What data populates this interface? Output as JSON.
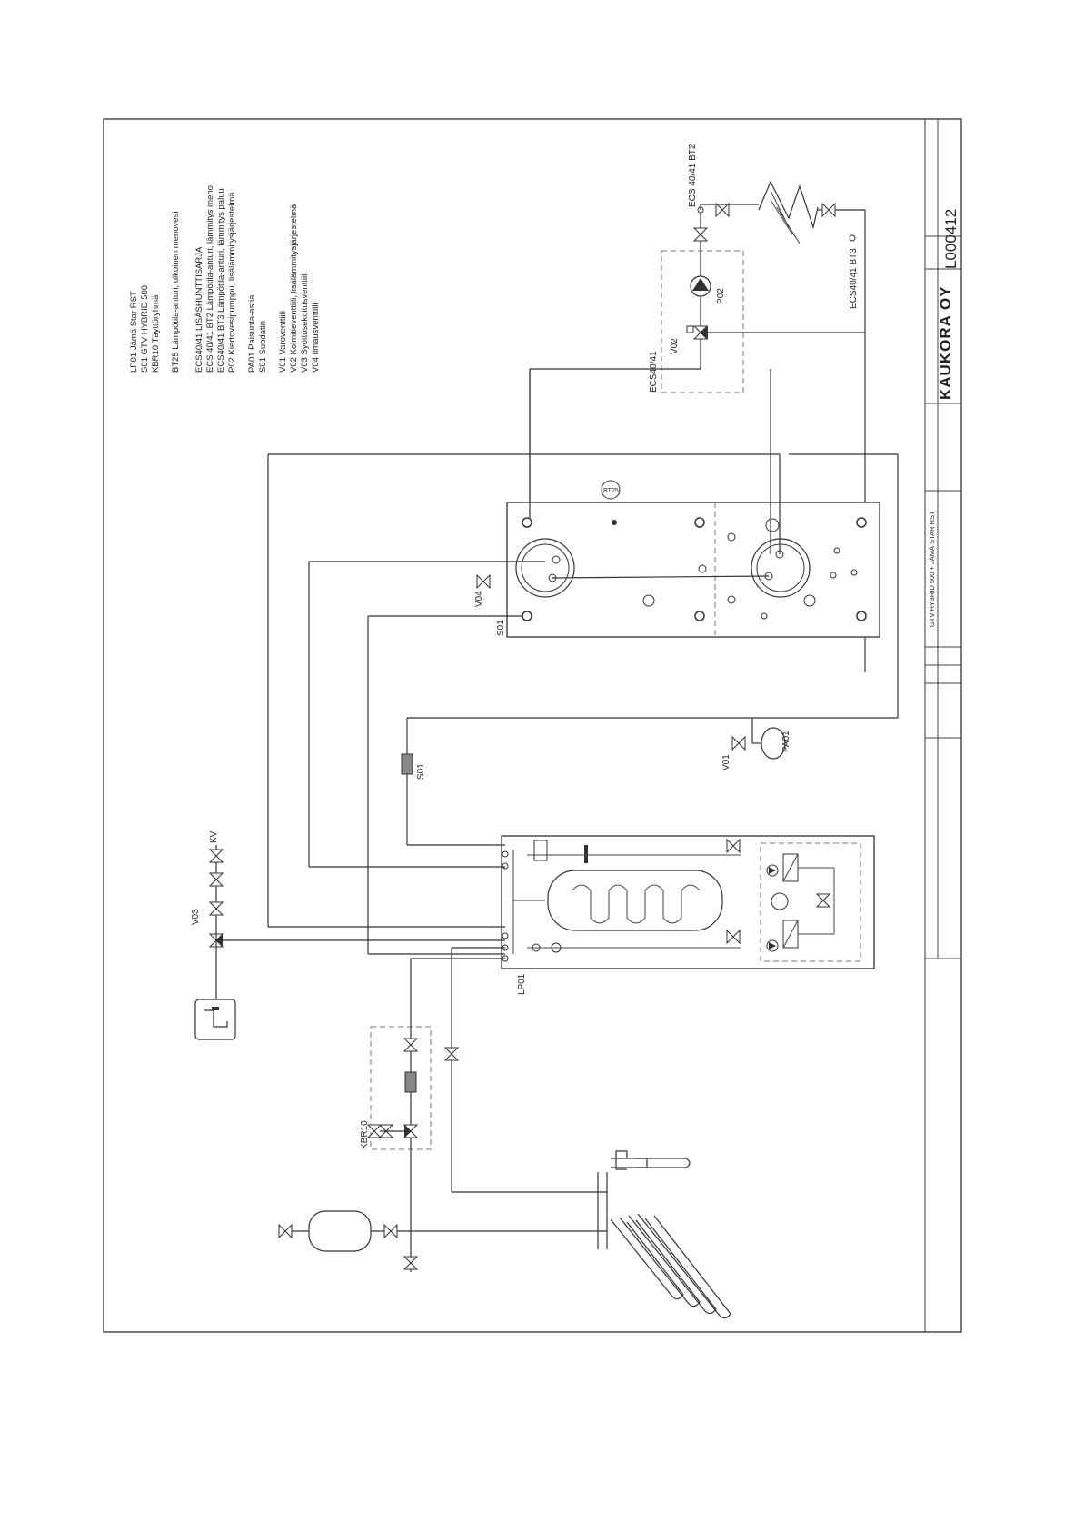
{
  "legend": {
    "lp01": "LP01 Jämä Star RST",
    "s01_line": "S01  GTV HYBRID 500",
    "kbr10": "KBR10      Täyttöryhmä",
    "bt25": "BT25 Lämpötila-anturi, ulkoinen menovesi",
    "ecs_header": "ECS40/41  LISÄSHUNTTISARJA",
    "ecs_bt2": "ECS 40/41 BT2    Lämpötila-anturi, lämmitys meno",
    "ecs_bt3": "ECS40/41 BT3    Lämpötila-anturi, lämmitys paluu",
    "p02": "P02    Kiertovesipumppu, lisälämmitysjärjestelmä",
    "pa01": "PA01 Paisunta-astia",
    "s01_filter": "S01   Suodatin",
    "v01": "V01    Varoventtiili",
    "v02": "V02    Kolmitieventtiili, lisälämmitysjärjestelmä",
    "v03": "V03    Syöttösekoitusventtiili",
    "v04": "V04    Ilmausventtiili"
  },
  "labels": {
    "ecs_bt2": "ECS 40/41 BT2",
    "ecs_bt3": "ECS40/41 BT3",
    "ecs_box": "ECS40/41",
    "v02": "V02",
    "p02": "P02",
    "bt25": "BT25",
    "v04": "V04",
    "s01_tank": "S01",
    "s01_filter": "S01",
    "pa01": "PA01",
    "v01": "V01",
    "v03": "V03",
    "kv": "KV",
    "lp01": "LP01",
    "kbr10": "KBR10"
  },
  "title_block": {
    "drawing_number": "L000412",
    "company": "KAUKORA OY",
    "title": "GTV HYBRID 500 + JÄMÄ STAR RST"
  }
}
